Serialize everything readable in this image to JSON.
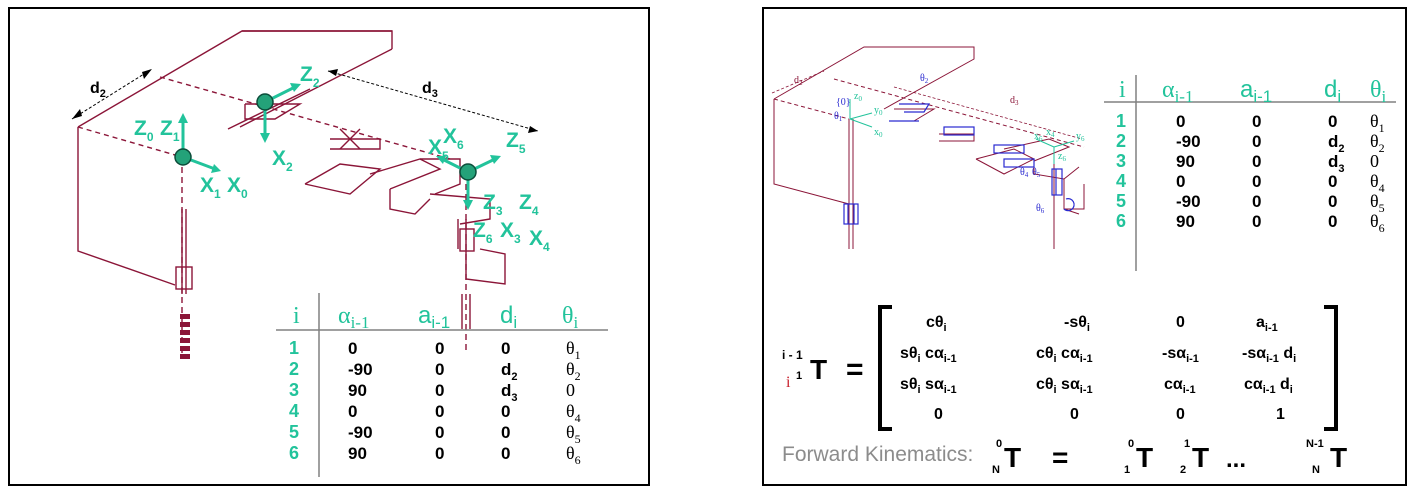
{
  "colors": {
    "robot": "#8b1538",
    "frame": "#22c39b",
    "accent_blue": "#2a2ad0",
    "label_gray": "#8c8c8c",
    "red_index": "#c8202c"
  },
  "left": {
    "dims": {
      "d2": "d",
      "d2_sub": "2",
      "d3": "d",
      "d3_sub": "3"
    },
    "frames": {
      "z0": "Z",
      "z0_sub": "0",
      "z1": "Z",
      "z1_sub": "1",
      "x1": "X",
      "x1_sub": "1",
      "x0": "X",
      "x0_sub": "0",
      "z2": "Z",
      "z2_sub": "2",
      "x2": "X",
      "x2_sub": "2",
      "x5": "X",
      "x5_sub": "5",
      "x6": "X",
      "x6_sub": "6",
      "z5": "Z",
      "z5_sub": "5",
      "z3": "Z",
      "z3_sub": "3",
      "z4": "Z",
      "z4_sub": "4",
      "z6": "Z",
      "z6_sub": "6",
      "x3": "X",
      "x3_sub": "3",
      "x4": "X",
      "x4_sub": "4"
    },
    "table": {
      "h_i": "i",
      "h_alpha": "α",
      "h_alpha_sub": "i-1",
      "h_a": "a",
      "h_a_sub": "i-1",
      "h_d": "d",
      "h_d_sub": "i",
      "h_theta": "θ",
      "h_theta_sub": "i",
      "rows": [
        {
          "i": "1",
          "alpha": "0",
          "a": "0",
          "d": "0",
          "d_sub": "",
          "theta": "θ",
          "theta_sub": "1"
        },
        {
          "i": "2",
          "alpha": "-90",
          "a": "0",
          "d": "d",
          "d_sub": "2",
          "theta": "θ",
          "theta_sub": "2"
        },
        {
          "i": "3",
          "alpha": "90",
          "a": "0",
          "d": "d",
          "d_sub": "3",
          "theta": "0",
          "theta_sub": ""
        },
        {
          "i": "4",
          "alpha": "0",
          "a": "0",
          "d": "0",
          "d_sub": "",
          "theta": "θ",
          "theta_sub": "4"
        },
        {
          "i": "5",
          "alpha": "-90",
          "a": "0",
          "d": "0",
          "d_sub": "",
          "theta": "θ",
          "theta_sub": "5"
        },
        {
          "i": "6",
          "alpha": "90",
          "a": "0",
          "d": "0",
          "d_sub": "",
          "theta": "θ",
          "theta_sub": "6"
        }
      ]
    }
  },
  "right": {
    "mini": {
      "d2": "d",
      "d2_sub": "2",
      "d3": "d",
      "d3_sub": "3",
      "theta": "θ",
      "theta_sub": "1",
      "z0": "z",
      "z0_sub": "0",
      "y0": "y",
      "y0_sub": "0",
      "x0": "x",
      "x0_sub": "0",
      "zero_label": "{0}",
      "th2": "θ",
      "th2_sub": "2",
      "th4": "θ",
      "th4_sub": "4",
      "th5": "θ",
      "th5_sub": "5",
      "th6": "θ",
      "th6_sub": "6",
      "x6": "x",
      "x6_sub": "6",
      "y6": "y",
      "y6_sub": "6",
      "z6": "z",
      "z6_sub": "6",
      "x4": "x",
      "x4_sub": "4"
    },
    "table": {
      "h_i": "i",
      "h_alpha": "α",
      "h_alpha_sub": "i-1",
      "h_a": "a",
      "h_a_sub": "i-1",
      "h_d": "d",
      "h_d_sub": "i",
      "h_theta": "θ",
      "h_theta_sub": "i",
      "rows": [
        {
          "i": "1",
          "alpha": "0",
          "a": "0",
          "d": "0",
          "d_sub": "",
          "theta": "θ",
          "theta_sub": "1"
        },
        {
          "i": "2",
          "alpha": "-90",
          "a": "0",
          "d": "d",
          "d_sub": "2",
          "theta": "θ",
          "theta_sub": "2"
        },
        {
          "i": "3",
          "alpha": "90",
          "a": "0",
          "d": "d",
          "d_sub": "3",
          "theta": "0",
          "theta_sub": ""
        },
        {
          "i": "4",
          "alpha": "0",
          "a": "0",
          "d": "0",
          "d_sub": "",
          "theta": "θ",
          "theta_sub": "4"
        },
        {
          "i": "5",
          "alpha": "-90",
          "a": "0",
          "d": "0",
          "d_sub": "",
          "theta": "θ",
          "theta_sub": "5"
        },
        {
          "i": "6",
          "alpha": "90",
          "a": "0",
          "d": "0",
          "d_sub": "",
          "theta": "θ",
          "theta_sub": "6"
        }
      ]
    },
    "matrix": {
      "lhs_top": "i - 1",
      "lhs_T": "T",
      "lhs_red": "i",
      "lhs_low": "1",
      "equals": "=",
      "r1": [
        "cθ",
        "i",
        "-sθ",
        "i",
        "0",
        "a",
        "i-1"
      ],
      "r2a": "sθ",
      "r2a_s": "i",
      "r2b": " cα",
      "r2b_s": "i-1",
      "r2c": "cθ",
      "r2c_s": "i",
      "r2d": " cα",
      "r2d_s": "i-1",
      "r2e": "-sα",
      "r2e_s": "i-1",
      "r2f": "-sα",
      "r2f_s": "i-1",
      "r2g": " d",
      "r2g_s": "i",
      "r3a": "sθ",
      "r3a_s": "i",
      "r3b": " sα",
      "r3b_s": "i-1",
      "r3c": "cθ",
      "r3c_s": "i",
      "r3d": " sα",
      "r3d_s": "i-1",
      "r3e": "cα",
      "r3e_s": "i-1",
      "r3f": "cα",
      "r3f_s": "i-1",
      "r3g": " d",
      "r3g_s": "i",
      "r4": [
        "0",
        "0",
        "0",
        "1"
      ]
    },
    "fk": {
      "label": "Forward Kinematics:",
      "T": "T",
      "sup0": "0",
      "subN": "N",
      "eq": "=",
      "t1_sup": "0",
      "t1_sub": "1",
      "t2_sup": "1",
      "t2_sub": "2",
      "dots": "...",
      "t3_sup": "N-1",
      "t3_sub": "N"
    }
  }
}
